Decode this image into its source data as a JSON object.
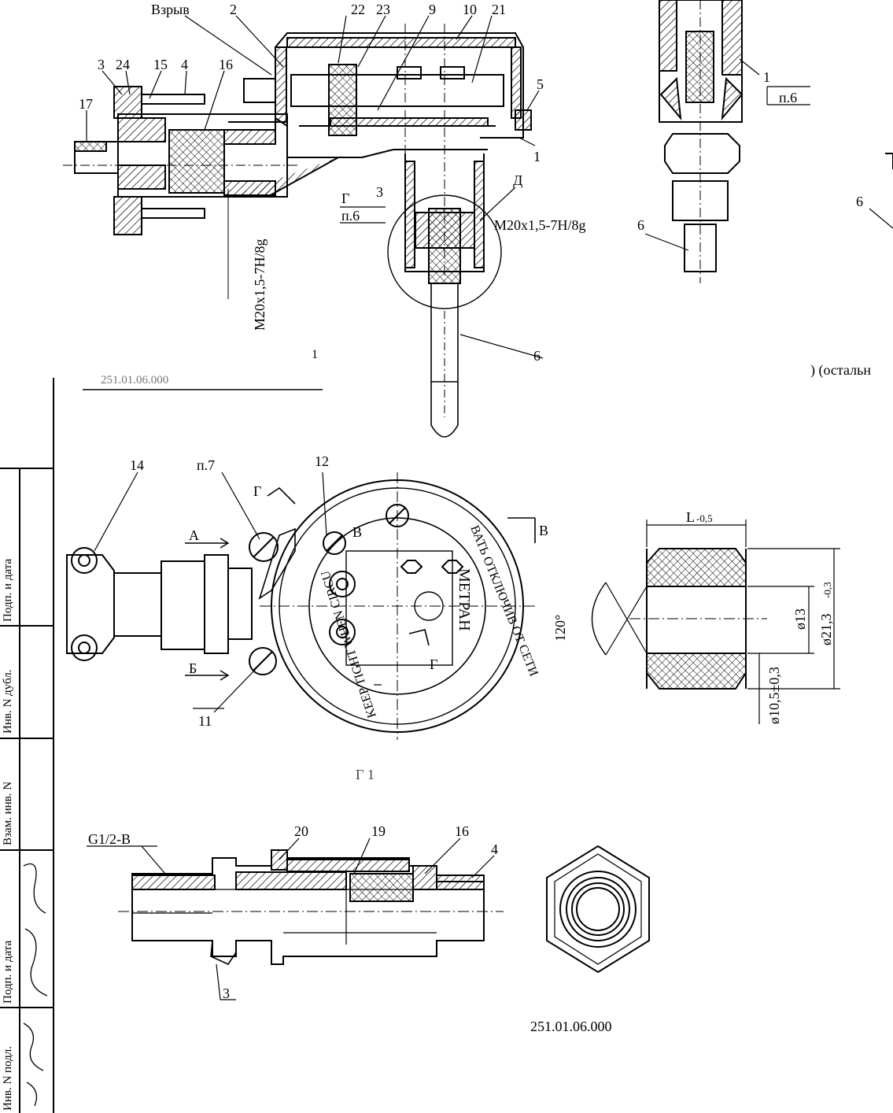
{
  "colors": {
    "ink": "#000000",
    "paper": "#ffffff"
  },
  "top_view": {
    "labels": {
      "explosion": "Взрыв",
      "n2": "2",
      "n22": "22",
      "n23": "23",
      "n9": "9",
      "n10": "10",
      "n21": "21",
      "n3": "3",
      "n24": "24",
      "n15": "15",
      "n4": "4",
      "n16": "16",
      "n17": "17",
      "n5": "5",
      "n1": "1",
      "d": "Д",
      "g": "Г",
      "g_num": "3",
      "p6": "п.6",
      "thread_right": "M20x1,5-7H/8g",
      "thread_vertical": "M20x1,5-7H/8g",
      "n6": "6",
      "frag_left": "1",
      "frag_doc": "251.01.06.000"
    }
  },
  "detail_view": {
    "labels": {
      "n1": "1",
      "p6": "п.6",
      "n6": "6",
      "n6b": "6",
      "others": ") (остальн"
    }
  },
  "front_view": {
    "labels": {
      "n14": "14",
      "p7": "п.7",
      "g": "Г",
      "n12": "12",
      "a": "А",
      "b_arrow": "В",
      "b_inner": "В",
      "b_lower": "Б",
      "n11": "11",
      "g_lower": "Г",
      "metran": "МЕТРАН",
      "ring_ru": "ВАТЬ ОТКЛЮЧИВ ОТ СЕТИ",
      "ring_en": "KEEP TIGHT WHEN CIRCU",
      "caption": "Г        1"
    }
  },
  "ring_view": {
    "labels": {
      "l": "L",
      "l_tol": "-0,5",
      "angle": "120°",
      "d13": "ø13",
      "d21": "ø21,3",
      "d21_tol": "-0,3",
      "d10": "ø10,5±0,3"
    }
  },
  "fitting_view": {
    "labels": {
      "g12": "G1/2-B",
      "n20": "20",
      "n19": "19",
      "n16": "16",
      "n4": "4",
      "n3": "3",
      "caption": "251.01.06.000"
    }
  },
  "stamp": {
    "cells": [
      "Подп. и дата",
      "Инв. N дубл.",
      "Взам. инв. N",
      "Подп. и дата",
      "Инв. N подл."
    ]
  }
}
